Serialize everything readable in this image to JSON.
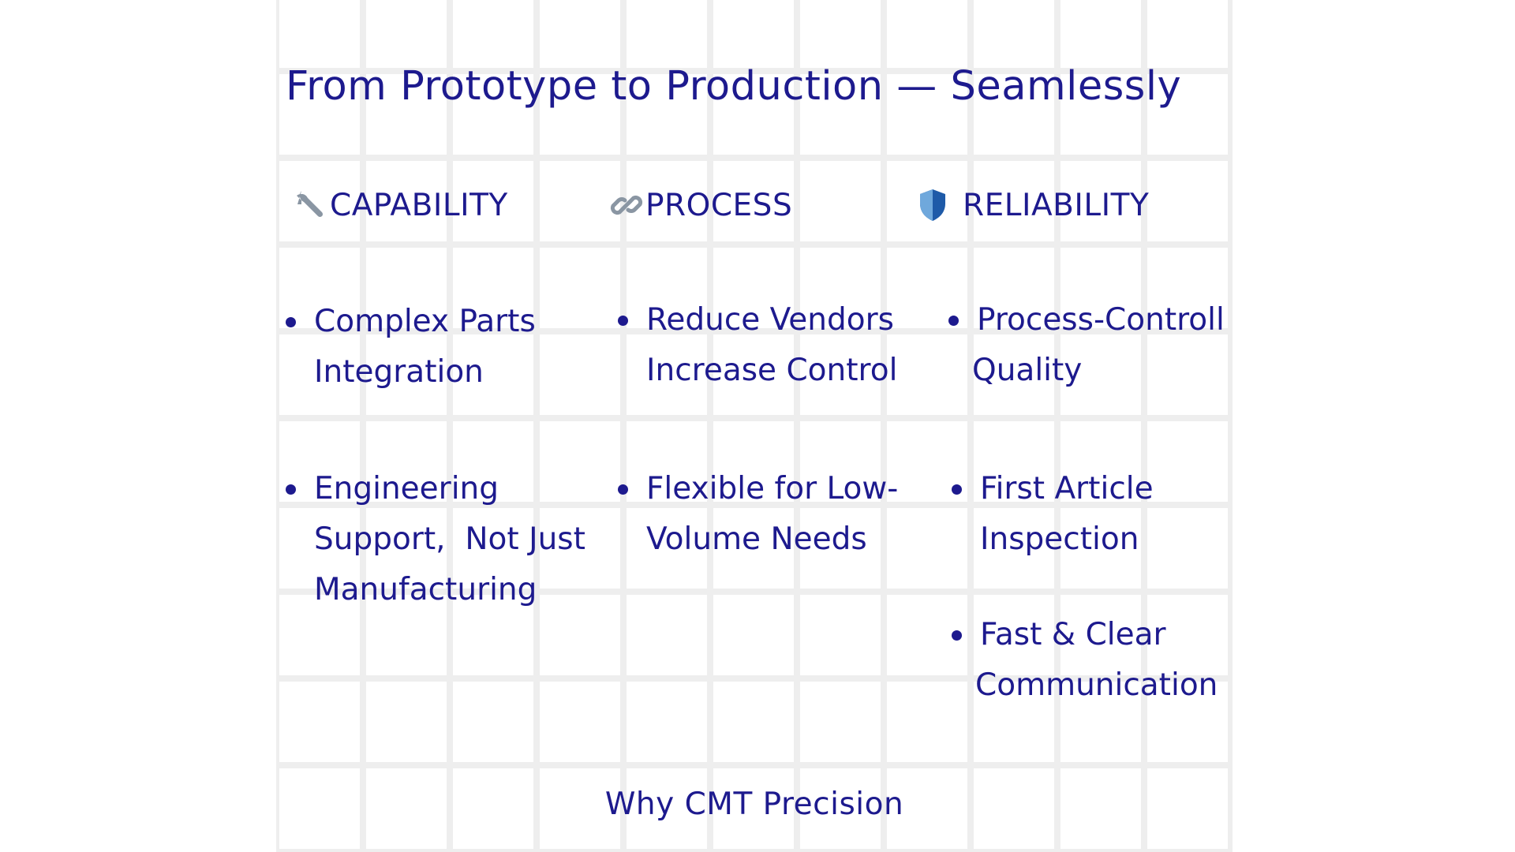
{
  "title": "From Prototype to Production — Seamlessly",
  "columns": [
    {
      "heading": "CAPABILITY",
      "icon": "wrench-icon",
      "bullets": [
        [
          "Complex Parts",
          "Integration"
        ],
        [
          "Engineering",
          "Support,  Not Just",
          "Manufacturing"
        ]
      ]
    },
    {
      "heading": "PROCESS",
      "icon": "link-icon",
      "bullets": [
        [
          "Reduce Vendors",
          "Increase Control"
        ],
        [
          "Flexible for Low-",
          "Volume Needs"
        ]
      ]
    },
    {
      "heading": "RELIABILITY",
      "icon": "shield-icon",
      "bullets": [
        [
          "Process-Controll",
          "Quality"
        ],
        [
          "First Article",
          "Inspection"
        ],
        [
          "Fast & Clear",
          "Communication"
        ]
      ]
    }
  ],
  "footer": "Why CMT Precision",
  "colors": {
    "text": "#1d1a8e",
    "grid": "#eeeeee",
    "background": "#ffffff",
    "wrench": "#8a96a3",
    "shield_light": "#6fa8dc",
    "shield_dark": "#1e5aa8"
  }
}
